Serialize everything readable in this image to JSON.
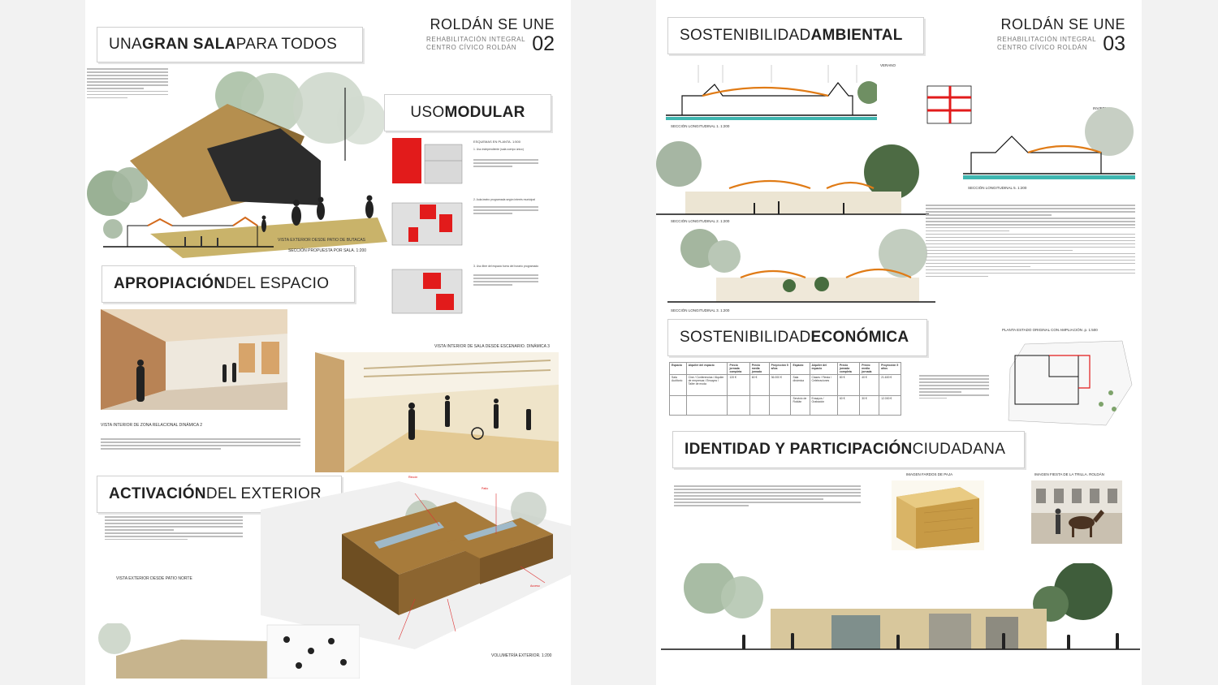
{
  "left": {
    "brand": {
      "title": "ROLDÁN SE UNE",
      "sub1": "REHABILITACIÓN INTEGRAL",
      "sub2": "CENTRO   CÍVICO   ROLDÁN",
      "num": "02"
    },
    "sec_sala": {
      "pre": "UNA ",
      "bold": "GRAN SALA",
      "post": " PARA TODOS"
    },
    "sec_modular": {
      "pre": "USO ",
      "bold": "MODULAR",
      "post": ""
    },
    "sec_apropiacion": {
      "pre": "",
      "bold": "APROPIACIÓN",
      "post": " DEL ESPACIO"
    },
    "sec_activacion": {
      "pre": "",
      "bold": "ACTIVACIÓN",
      "post": " DEL EXTERIOR"
    },
    "captions": {
      "vista_butacas": "VISTA EXTERIOR DESDE PATIO DE BUTACAS",
      "seccion_sala": "SECCIÓN PROPUESTA POR SALA. 1:200",
      "esquemas": "ESQUEMAS EN PLANTA. 1:500",
      "vista_relacional": "VISTA INTERIOR DE ZONA RELACIONAL DINÁMICA 2",
      "vista_escenario": "VISTA INTERIOR DE SALA DESDE ESCENARIO. DINÁMICA 3",
      "vista_norte": "VISTA EXTERIOR DESDE PATIO NORTE",
      "volumetria": "VOLUMETRÍA EXTERIOR. 1:200"
    },
    "modular_notes": [
      "1. Uso independiente (sala cuerpo único)",
      "2. Aula-teatro programada según interés municipal",
      "3. Uso libre del espacio fuera del horario programado"
    ]
  },
  "right": {
    "brand": {
      "title": "ROLDÁN SE UNE",
      "sub1": "REHABILITACIÓN INTEGRAL",
      "sub2": "CENTRO   CÍVICO   ROLDÁN",
      "num": "03"
    },
    "sec_ambiental": {
      "pre": "SOSTENIBILIDAD ",
      "bold": "AMBIENTAL",
      "post": ""
    },
    "sec_economica": {
      "pre": "SOSTENIBILIDAD ",
      "bold": "ECONÓMICA",
      "post": ""
    },
    "sec_identidad": {
      "pre": "",
      "bold": "IDENTIDAD Y PARTICIPACIÓN",
      "post": " CIUDADANA"
    },
    "captions": {
      "verano": "VERANO",
      "invierno": "INVIERNO",
      "sec1": "SECCIÓN LONGITUDINAL 1. 1:200",
      "sec2": "SECCIÓN LONGITUDINAL 2. 1:200",
      "sec3": "SECCIÓN LONGITUDINAL 3. 1:200",
      "sec5": "SECCIÓN LONGITUDINAL 5. 1:200",
      "planta": "PLANTA ESTADO ORIGINAL CON AMPLIACIÓN .p. 1:500",
      "fardos": "IMAGEN FARDOS DE PAJA",
      "trilla": "IMAGEN FIESTA DE LA TRILLA. ROLDÁN"
    },
    "table": {
      "headers": [
        "Espacio",
        "Alquiler del espacio",
        "Precio jornada completa",
        "Precio media jornada",
        "Proyección 5 años",
        "Espacio",
        "Alquiler del espacio",
        "Precio jornada completa",
        "Precio media jornada",
        "Proyección 5 años"
      ],
      "rows": [
        [
          "Sala Auditorio",
          "Cine / Conferencias / Alquiler de empresas / Ensayos / Taller de moda",
          "120 €",
          "60 €",
          "36.000 €",
          "Sala dinámica",
          "Clases / Fiesta / Celebraciones",
          "80 €",
          "40 €",
          "21.600 €"
        ],
        [
          "",
          "",
          "",
          "",
          "",
          "Servicio de Roldán",
          "Ensayos / Grabación",
          "60 €",
          "30 €",
          "12.000 €"
        ]
      ]
    }
  }
}
